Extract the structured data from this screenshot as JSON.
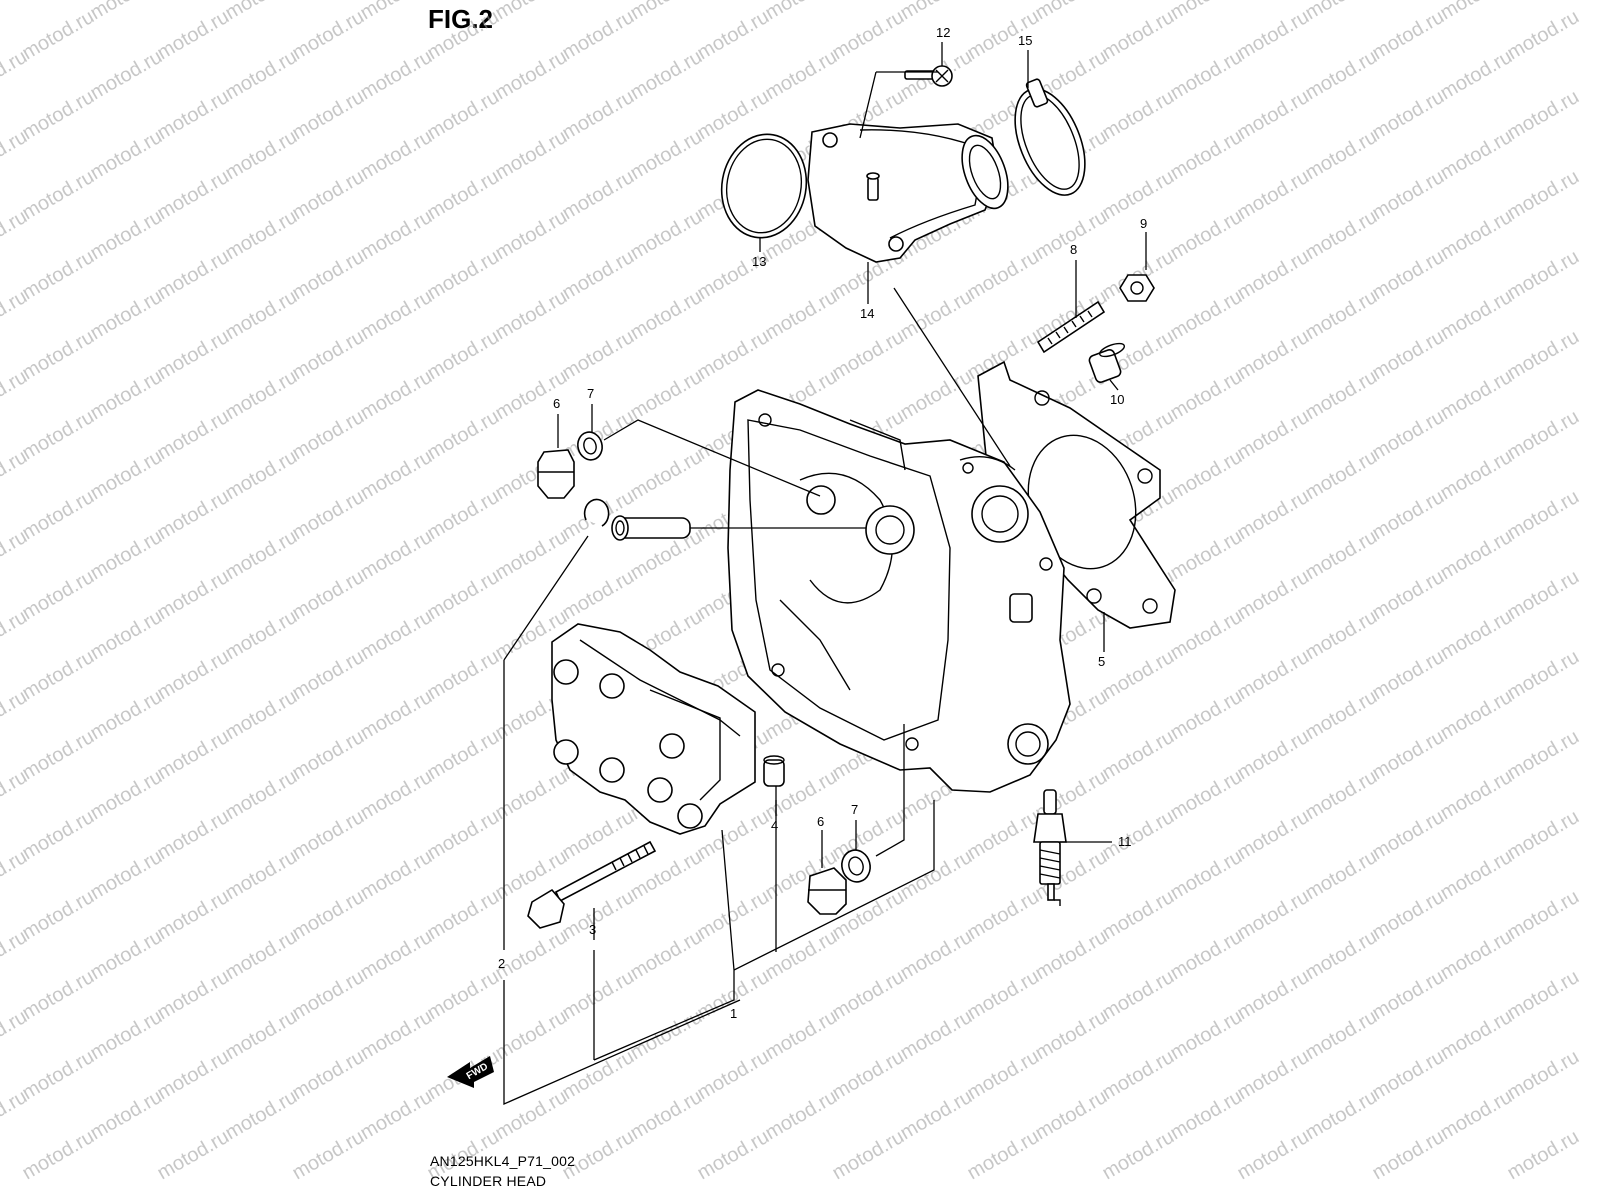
{
  "figure": {
    "title": "FIG.2",
    "code": "AN125HKL4_P71_002",
    "name": "CYLINDER HEAD",
    "direction_label": "FWD",
    "watermark": "motod.ru"
  },
  "callouts": [
    {
      "id": "1",
      "label": "1"
    },
    {
      "id": "2",
      "label": "2"
    },
    {
      "id": "3",
      "label": "3"
    },
    {
      "id": "4",
      "label": "4"
    },
    {
      "id": "5",
      "label": "5"
    },
    {
      "id": "6a",
      "label": "6"
    },
    {
      "id": "6b",
      "label": "6"
    },
    {
      "id": "7a",
      "label": "7"
    },
    {
      "id": "7b",
      "label": "7"
    },
    {
      "id": "8",
      "label": "8"
    },
    {
      "id": "9",
      "label": "9"
    },
    {
      "id": "10",
      "label": "10"
    },
    {
      "id": "11",
      "label": "11"
    },
    {
      "id": "12",
      "label": "12"
    },
    {
      "id": "13",
      "label": "13"
    },
    {
      "id": "14",
      "label": "14"
    },
    {
      "id": "15",
      "label": "15"
    }
  ],
  "colors": {
    "ink": "#000000",
    "watermark": "#9a9a9a",
    "background": "#ffffff"
  }
}
